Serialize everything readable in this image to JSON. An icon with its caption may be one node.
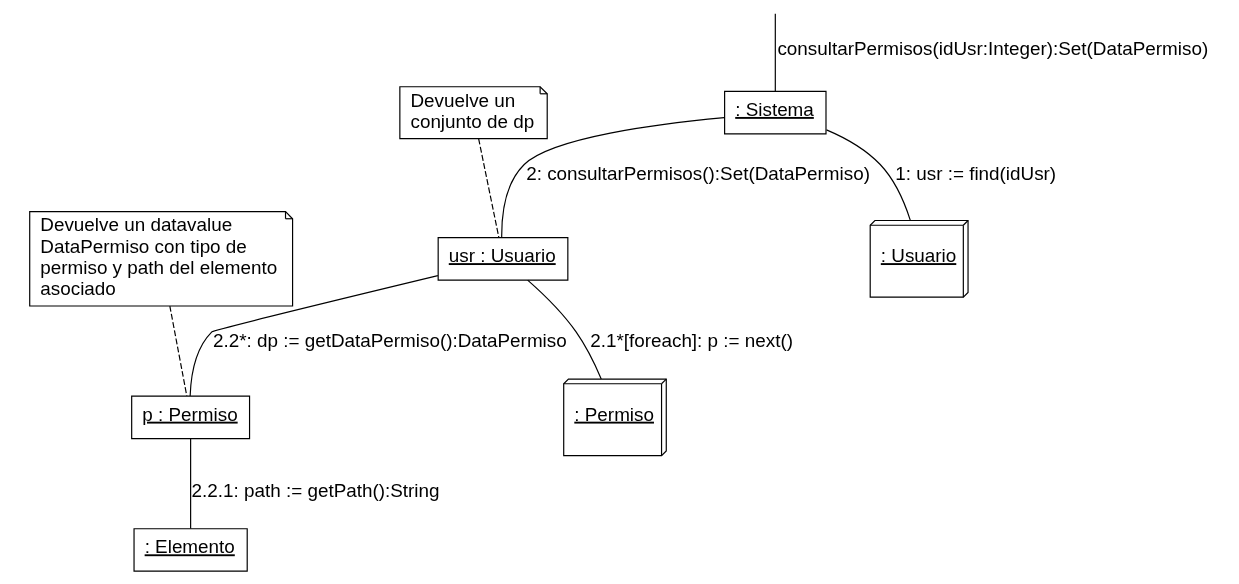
{
  "diagram": {
    "nodes": [
      {
        "text": [
          ": Sistema"
        ]
      },
      {
        "text": [
          ": Usuario"
        ]
      },
      {
        "text": [
          "Devuelve un conjunto de dp"
        ]
      },
      {
        "text": [
          ": Permiso"
        ]
      },
      {
        "text": [
          "usr : Usuario"
        ]
      },
      {
        "text": [
          "p : Permiso"
        ]
      },
      {
        "text": [
          ": Elemento"
        ]
      },
      {
        "text": [
          "Devuelve un datavalue DataPermiso con tipo de permiso y path del elemento asociado"
        ]
      }
    ],
    "edges": [
      {
        "from": null,
        "to": 0,
        "arrow": "none",
        "label": "consultarPermisos(idUsr:Integer):Set(DataPermiso)"
      },
      {
        "from": 0,
        "to": 1,
        "arrow": "none",
        "label": "1: usr := find(idUsr)"
      },
      {
        "from": 0,
        "to": 4,
        "arrow": "none",
        "label": "2: consultarPermisos():Set(DataPermiso)"
      },
      {
        "from": 4,
        "to": 3,
        "arrow": "none",
        "label": "2.1*[foreach]: p := next()"
      },
      {
        "from": 2,
        "to": 4,
        "arrow": "none",
        "style": "dashed"
      },
      {
        "from": 4,
        "to": 5,
        "arrow": "none",
        "label": "2.2*: dp := getDataPermiso():DataPermiso"
      },
      {
        "from": 5,
        "to": 6,
        "arrow": "none",
        "label": "2.2.1: path := getPath():String"
      },
      {
        "from": 7,
        "to": 5,
        "arrow": "none",
        "style": "dashed"
      }
    ]
  }
}
